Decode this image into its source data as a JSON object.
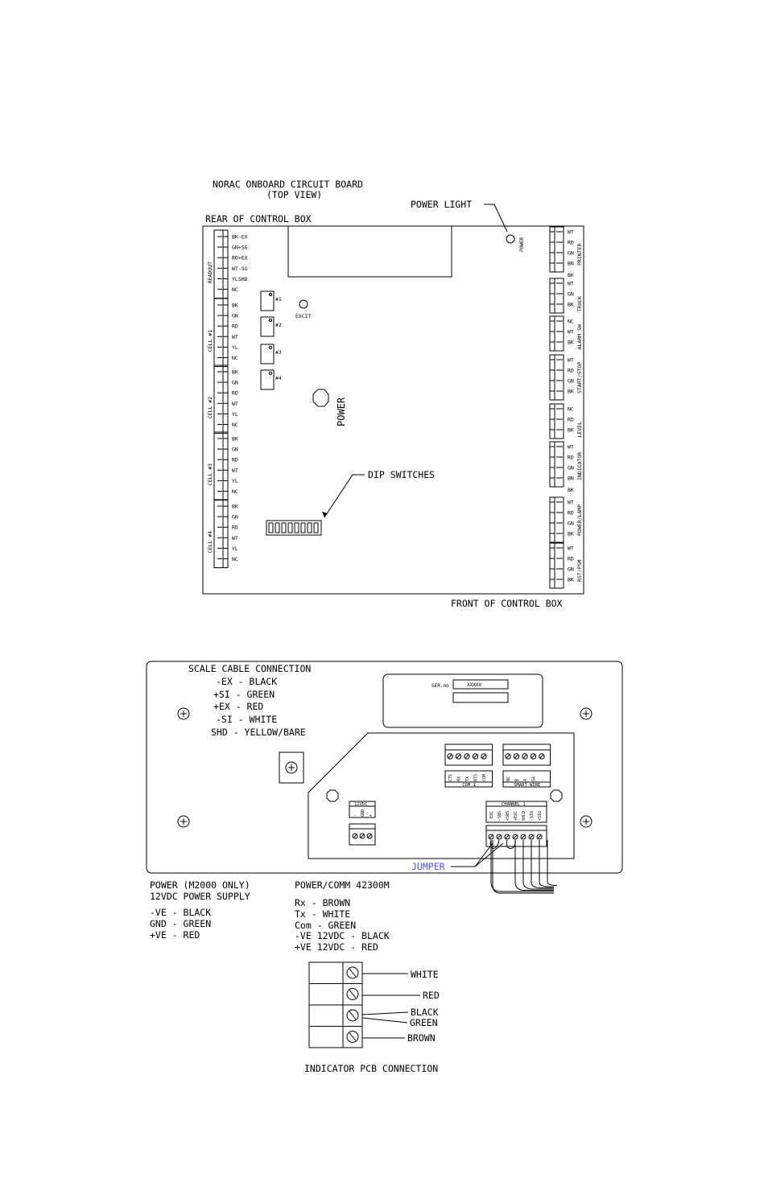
{
  "board": {
    "title_line1": "NORAC ONBOARD CIRCUIT BOARD",
    "title_line2": "(TOP VIEW)",
    "rear_label": "REAR OF CONTROL BOX",
    "front_label": "FRONT OF CONTROL BOX",
    "power_light_label": "POWER LIGHT",
    "power_led_label": "POWER",
    "excit_label": "EXCIT",
    "power_vertical": "POWER",
    "dip_label": "DIP SWITCHES",
    "chips": [
      "#1",
      "#2",
      "#3",
      "#4"
    ],
    "left_connectors": [
      {
        "name": "READOUT",
        "pins": [
          "BK-EX",
          "GN+SG",
          "RD+EX",
          "WT-SG",
          "YLSHD",
          "NC"
        ]
      },
      {
        "name": "CELL #1",
        "pins": [
          "BK",
          "GN",
          "RD",
          "WT",
          "YL",
          "NC"
        ]
      },
      {
        "name": "CELL #2",
        "pins": [
          "BK",
          "GN",
          "RD",
          "WT",
          "YL",
          "NC"
        ]
      },
      {
        "name": "CELL #3",
        "pins": [
          "BK",
          "GN",
          "RD",
          "WT",
          "YL",
          "NC"
        ]
      },
      {
        "name": "CELL #4",
        "pins": [
          "BK",
          "GN",
          "RD",
          "WT",
          "YL",
          "NC"
        ]
      }
    ],
    "right_connectors": [
      {
        "name": "PRINTER",
        "pins": [
          "WT",
          "RD",
          "GN",
          "BN"
        ],
        "extra": "BK"
      },
      {
        "name": "TRUCK",
        "pins": [
          "WT",
          "GN",
          "BK"
        ],
        "extra": ""
      },
      {
        "name": "ALARM SW",
        "pins": [
          "NC",
          "WT",
          "BK"
        ],
        "extra": ""
      },
      {
        "name": "START/STOP",
        "pins": [
          "WT",
          "RD",
          "GN",
          "BK"
        ],
        "extra": ""
      },
      {
        "name": "LEVEL",
        "pins": [
          "NC",
          "RD",
          "BK"
        ],
        "extra": ""
      },
      {
        "name": "INDICATOR",
        "pins": [
          "WT",
          "RD",
          "GN",
          "BN"
        ],
        "extra": "BK"
      },
      {
        "name": "POWER/LAMP",
        "pins": [
          "WT",
          "RD",
          "GN",
          "BK"
        ],
        "extra": ""
      },
      {
        "name": "RST/PSM",
        "pins": [
          "WT",
          "RD",
          "GN",
          "BK"
        ],
        "extra": ""
      }
    ]
  },
  "scale": {
    "heading": "SCALE CABLE CONNECTION",
    "lines": [
      "-EX - BLACK",
      "+SI - GREEN",
      "+EX - RED",
      "-SI - WHITE",
      "SHD - YELLOW/BARE"
    ],
    "serial_label": "SER.no",
    "serial_value": "XXXXX",
    "com_pins": [
      "CTS",
      "RX",
      "TX",
      "RTS",
      "COM"
    ],
    "com_label": "COM 1",
    "smart_pins": [
      "NC",
      "B",
      "A",
      "SA",
      "-"
    ],
    "smart_label": "SMART WIRE",
    "supply_label": "12VDC",
    "supply_pins": [
      "-",
      "GND",
      "+"
    ],
    "channel_label": "CHANNEL 1",
    "channel_pins": [
      "-EXC",
      "-SNS",
      "+SNS",
      "+EXC",
      "SHLD",
      "-SIG",
      "+SIG"
    ],
    "jumper": "JUMPER",
    "jumper_color": "#5555ee"
  },
  "power_left": {
    "lines": [
      "POWER (M2000 ONLY)",
      "12VDC POWER SUPPLY",
      "-VE - BLACK",
      "GND - GREEN",
      "+VE - RED"
    ]
  },
  "power_right": {
    "lines": [
      "POWER/COMM 42300M",
      "Rx - BROWN",
      "Tx - WHITE",
      "Com - GREEN",
      "-VE 12VDC - BLACK",
      "+VE 12VDC - RED"
    ]
  },
  "indicator": {
    "wires": [
      "WHITE",
      "RED",
      "BLACK",
      "GREEN",
      "BROWN"
    ],
    "caption": "INDICATOR PCB CONNECTION"
  }
}
